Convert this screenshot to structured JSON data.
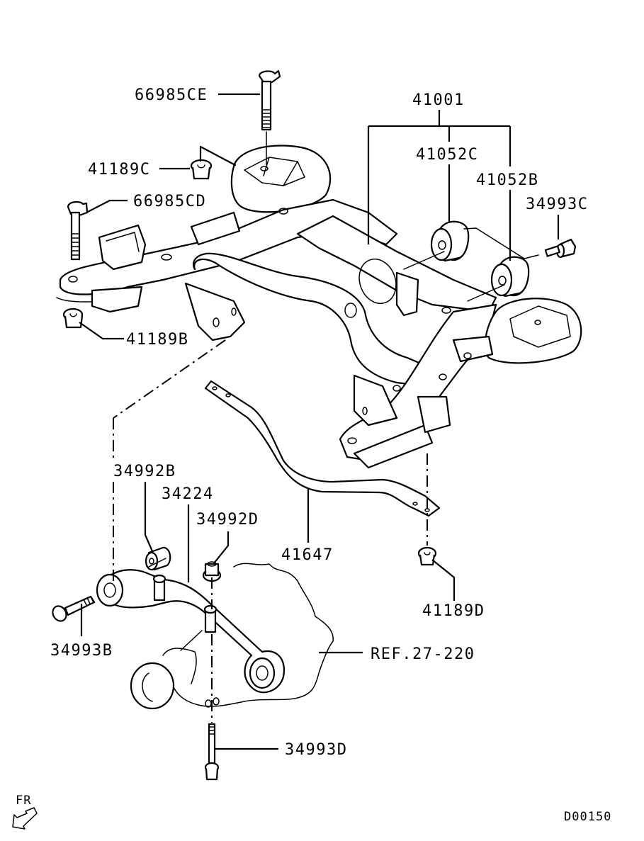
{
  "diagram": {
    "type": "exploded parts diagram",
    "subject": "rear suspension crossmember / subframe assembly",
    "drawing_code": "D00150",
    "direction_indicator": "FR",
    "colors": {
      "line": "#000000",
      "background": "#ffffff"
    },
    "part_labels": [
      {
        "id": "p66985CE",
        "number": "66985CE",
        "component": "crossmember bolt (top)"
      },
      {
        "id": "p41189C",
        "number": "41189C",
        "component": "nut"
      },
      {
        "id": "p66985CD",
        "number": "66985CD",
        "component": "crossmember bolt (front left)"
      },
      {
        "id": "p41001",
        "number": "41001",
        "component": "crossmember assembly"
      },
      {
        "id": "p41052C",
        "number": "41052C",
        "component": "bushing"
      },
      {
        "id": "p41052B",
        "number": "41052B",
        "component": "bushing"
      },
      {
        "id": "p34993C",
        "number": "34993C",
        "component": "bolt"
      },
      {
        "id": "p41189B",
        "number": "41189B",
        "component": "nut"
      },
      {
        "id": "p34992B",
        "number": "34992B",
        "component": "bushing (differential support)"
      },
      {
        "id": "p34224",
        "number": "34224",
        "component": "differential support member"
      },
      {
        "id": "p34992D",
        "number": "34992D",
        "component": "nut"
      },
      {
        "id": "p41647",
        "number": "41647",
        "component": "brace bar"
      },
      {
        "id": "p41189D",
        "number": "41189D",
        "component": "nut"
      },
      {
        "id": "p34993B",
        "number": "34993B",
        "component": "bolt"
      },
      {
        "id": "pREF",
        "number": "REF.27-220",
        "component": "differential carrier reference"
      },
      {
        "id": "p34993D",
        "number": "34993D",
        "component": "bolt (bottom)"
      }
    ]
  }
}
